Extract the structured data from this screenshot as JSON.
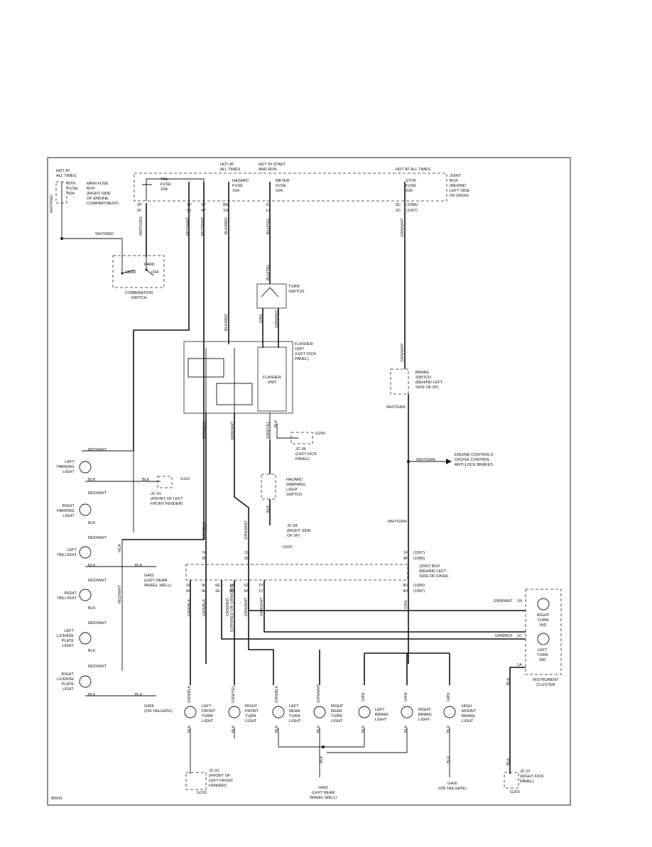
{
  "diagram_id": "85542",
  "labels": {
    "hot_all_times_left": [
      "HOT AT",
      "ALL TIMES"
    ],
    "main_fuse": [
      "MAIN FUSE",
      "BOX",
      "(RIGHT SIDE",
      "OF ENGINE",
      "COMPARTMENT)"
    ],
    "btn_fuse": [
      "BTN",
      "FUSE",
      "60A"
    ],
    "hot_not_at_all_times_1": [
      "HOT AT",
      "ALL TIMES"
    ],
    "hot_in_start_run": [
      "HOT IN START",
      "AND RUN"
    ],
    "hot_at_all_times_right": "HOT AT ALL TIMES",
    "tail_fuse": [
      "TAIL",
      "FUSE",
      "15A"
    ],
    "hazard_fuse": [
      "HAZARD",
      "FUSE",
      "15A"
    ],
    "meter_fuse": [
      "METER",
      "FUSE",
      "10A"
    ],
    "stop_fuse": [
      "STOP",
      "FUSE",
      "20A"
    ],
    "joint_box_top": [
      "JOINT",
      "BOX",
      "(BEHIND",
      "LEFT SIDE",
      "OF DASH)"
    ],
    "combination_switch": [
      "COMBINATION",
      "SWITCH"
    ],
    "head": "HEAD",
    "park": "PARK",
    "off": "OFF",
    "turn_switch": [
      "TURN",
      "SWITCH"
    ],
    "flasher_unit_box": [
      "FLASHER",
      "UNIT"
    ],
    "flasher_unit_note": [
      "FLASHER",
      "UNIT",
      "(LEFT KICK",
      "PANEL)"
    ],
    "brake_switch": [
      "BRAKE",
      "SWITCH",
      "(BEHIND LEFT",
      "SIDE OF I/P)"
    ],
    "engine_controls": [
      "ENGINE CONTROLS",
      "CRUISE CONTROL",
      "ANTI-LOCK BRAKES"
    ],
    "hazard_switch": [
      "HAZARD",
      "WARNING",
      "LIGHT",
      "SWITCH"
    ],
    "jc06_left_kick": [
      "JC-06",
      "(LEFT KICK",
      "PANEL)"
    ],
    "g200": "G200",
    "jc01_front": [
      "JC-01",
      "(FRONT OF LEFT",
      "FRONT FENDER)"
    ],
    "g110": "G110",
    "jc04_right_side": [
      "JC-04",
      "(RIGHT SIDE",
      "OF I/P)"
    ],
    "g201": "G201",
    "g402_rear": [
      "G402",
      "(LEFT REAR",
      "WHEEL WELL)"
    ],
    "g406_tailgate": [
      "G406",
      "(ON TAILGATE)"
    ],
    "joint_box_bottom": [
      "JOINT BOX",
      "(BEHIND LEFT",
      "SIDE OF DASH)"
    ],
    "instrument_cluster": [
      "INSTRUMENT",
      "CLUSTER"
    ],
    "right_turn_ind": [
      "RIGHT",
      "TURN",
      "IND"
    ],
    "left_turn_ind": [
      "LEFT",
      "TURN",
      "IND"
    ],
    "left_parking": [
      "LEFT",
      "PARKING",
      "LIGHT"
    ],
    "right_parking": [
      "RIGHT",
      "PARKING",
      "LIGHT"
    ],
    "left_taillight": [
      "LEFT",
      "TAILLIGHT"
    ],
    "right_taillight": [
      "RIGHT",
      "TAILLIGHT"
    ],
    "left_license": [
      "LEFT",
      "LICENSE",
      "PLATE",
      "LIGHT"
    ],
    "right_license": [
      "RIGHT",
      "LICENSE",
      "PLATE",
      "LIGHT"
    ],
    "lf_turn": [
      "LEFT",
      "FRONT",
      "TURN",
      "LIGHT"
    ],
    "rf_turn": [
      "RIGHT",
      "FRONT",
      "TURN",
      "LIGHT"
    ],
    "lr_turn": [
      "LEFT",
      "REAR",
      "TURN",
      "LIGHT"
    ],
    "rr_turn": [
      "RIGHT",
      "REAR",
      "TURN",
      "LIGHT"
    ],
    "left_brake": [
      "LEFT",
      "BRAKE",
      "LIGHT"
    ],
    "right_brake": [
      "RIGHT",
      "BRAKE",
      "LIGHT"
    ],
    "high_mount": [
      "HIGH",
      "MOUNT",
      "BRAKE",
      "LIGHT"
    ],
    "jc01_bottom": [
      "JC-01",
      "(FRONT OF",
      "LEFT FRONT",
      "FENDER)"
    ],
    "g100": "G100",
    "g402_bottom": [
      "G402",
      "(LEFT REAR",
      "WHEEL WELL)"
    ],
    "g406_bottom": [
      "G406",
      "(ON TAILGATE)"
    ],
    "jc07_right_kick": [
      "JC-07",
      "(RIGHT KICK",
      "PANEL)"
    ],
    "g203": "G203"
  },
  "wire_colors": {
    "wht_red": "WHT/RED",
    "red_wht": "RED/WHT",
    "blk_red": "BLK/RED",
    "blu_yel": "BLU/YEL",
    "grn_wht": "GRN/WHT",
    "wht_grn": "WHT/GRN",
    "blk": "BLK",
    "grn_blk": "GRN/BLK",
    "grn": "GRN",
    "grn_yel": "GRN/YEL",
    "grn_red": "GRN/RED",
    "grn_red_or_grn_ors": "(GRN/RED OR GRN/ORS)",
    "grn_blk_1c": "GRN/BLK",
    "grn_wht_1n": "GRN/WHT",
    "nca": "NCA",
    "grn_yel_f": "GRN/YEL"
  },
  "pins": {
    "p2p": "2P",
    "p6f": "6F",
    "p1p": "1P",
    "p5j": "5J",
    "p3p": "3P",
    "p4p": "4P",
    "p8n": "8N",
    "p1n": "1N",
    "p3v": "3V",
    "p1x": "1X",
    "p5c_1996": "5C",
    "p2c_1997": "2C",
    "y1996": "(1996)",
    "y1997": "(1997)",
    "p7h": "7H",
    "p3h": "3H",
    "p1d": "1D",
    "p3d": "3D",
    "p1f": "1F",
    "p8f": "8F",
    "p9l": "9L",
    "p5f": "5F",
    "p4l": "4L",
    "p6e": "6E",
    "p1e": "1E",
    "p1b": "1B",
    "p5b": "5B",
    "p3z": "3Z",
    "p4z": "4Z",
    "p3y": "3Y",
    "p1y": "1Y",
    "p9d": "9D",
    "p4d": "4D",
    "p1n_ic": "1N",
    "p1c_ic": "1C",
    "p1a_ic": "1A"
  }
}
